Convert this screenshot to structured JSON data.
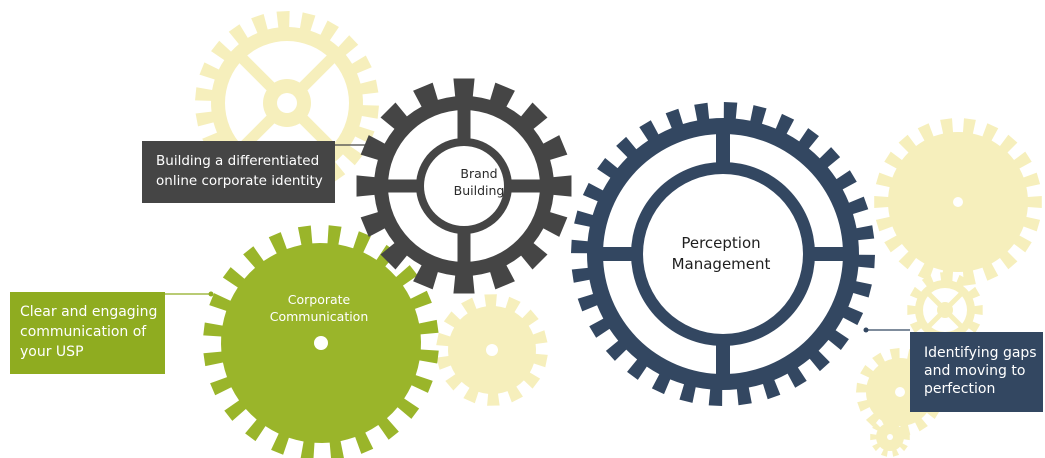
{
  "colors": {
    "brand_gear": "#454545",
    "communication_gear": "#9ab52a",
    "perception_gear": "#334761",
    "decorative_gear": "#f6efbc",
    "brand_callout": "#454545",
    "communication_callout": "#8fac20",
    "perception_callout": "#334761"
  },
  "gears": {
    "brand": {
      "line1": "Brand",
      "line2": "Building"
    },
    "communication": {
      "line1": "Corporate",
      "line2": "Communication"
    },
    "perception": {
      "line1": "Perception",
      "line2": "Management"
    }
  },
  "callouts": {
    "brand": {
      "line1": "Building a differentiated",
      "line2": "online corporate identity"
    },
    "communication": {
      "line1": "Clear and engaging",
      "line2": "communication of",
      "line3": "your USP"
    },
    "perception": {
      "line1": "Identifying gaps",
      "line2": "and moving to",
      "line3": "perfection"
    }
  }
}
